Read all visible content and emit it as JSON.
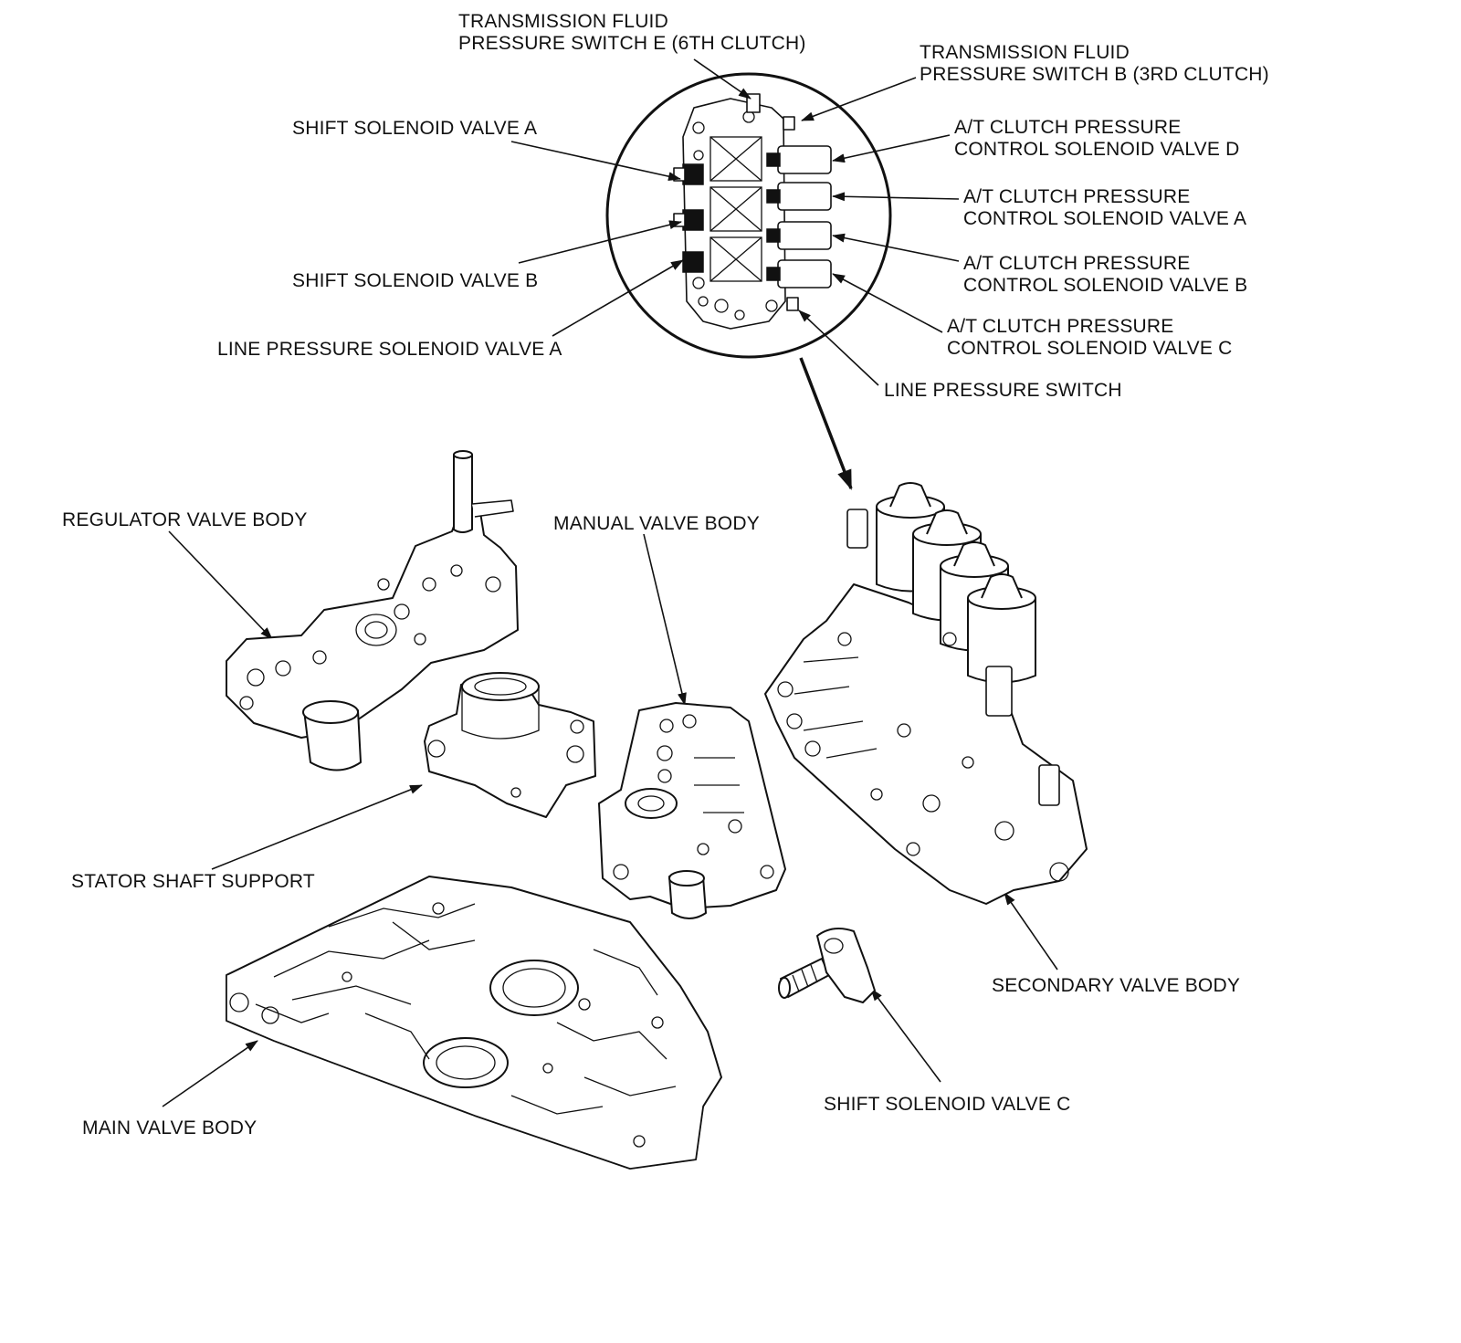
{
  "labels": {
    "tfps_e": [
      "TRANSMISSION FLUID",
      "PRESSURE SWITCH E (6TH CLUTCH)"
    ],
    "tfps_b": [
      "TRANSMISSION FLUID",
      "PRESSURE SWITCH B (3RD CLUTCH)"
    ],
    "ssv_a": "SHIFT SOLENOID VALVE A",
    "ssv_b": "SHIFT SOLENOID VALVE B",
    "lpsv_a": "LINE PRESSURE SOLENOID VALVE A",
    "atc_d": [
      "A/T CLUTCH PRESSURE",
      "CONTROL SOLENOID VALVE D"
    ],
    "atc_a": [
      "A/T CLUTCH PRESSURE",
      "CONTROL SOLENOID VALVE A"
    ],
    "atc_b": [
      "A/T CLUTCH PRESSURE",
      "CONTROL SOLENOID VALVE B"
    ],
    "atc_c": [
      "A/T CLUTCH PRESSURE",
      "CONTROL SOLENOID VALVE C"
    ],
    "lps": "LINE PRESSURE SWITCH",
    "regulator": "REGULATOR VALVE BODY",
    "manual": "MANUAL VALVE BODY",
    "stator": "STATOR SHAFT SUPPORT",
    "secondary": "SECONDARY VALVE BODY",
    "main": "MAIN VALVE BODY",
    "ssv_c": "SHIFT SOLENOID VALVE C"
  }
}
